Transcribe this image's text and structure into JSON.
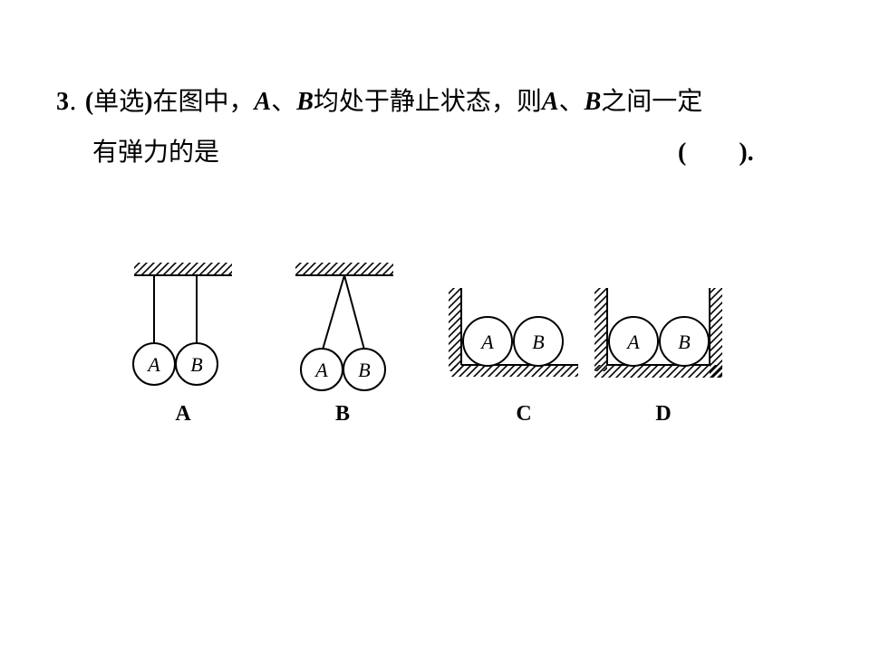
{
  "question": {
    "number": "3",
    "dot": ".",
    "type_prefix": "(",
    "type": "单选",
    "type_suffix": ")",
    "stem_1": "在图中，",
    "a": "A",
    "sep1": "、",
    "b": "B",
    "stem_2": "均处于静止状态，则",
    "a2": "A",
    "sep2": "、",
    "b2": "B",
    "stem_3": "之间一定",
    "stem_4": "有弹力的是",
    "answer_open": "(",
    "answer_close": ").",
    "options": [
      {
        "label": "A",
        "ball_a": "A",
        "ball_b": "B"
      },
      {
        "label": "B",
        "ball_a": "A",
        "ball_b": "B"
      },
      {
        "label": "C",
        "ball_a": "A",
        "ball_b": "B"
      },
      {
        "label": "D",
        "ball_a": "A",
        "ball_b": "B"
      }
    ]
  }
}
